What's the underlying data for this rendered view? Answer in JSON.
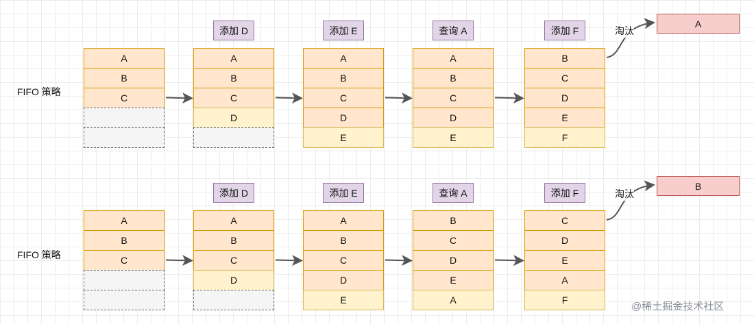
{
  "rows": [
    {
      "label": "FIFO 策略",
      "operations": [
        "添加 D",
        "添加 E",
        "查询 A",
        "添加 F"
      ],
      "evicted_label": "淘汰",
      "evicted_value": "A",
      "stages": [
        [
          {
            "v": "A",
            "s": "o"
          },
          {
            "v": "B",
            "s": "o"
          },
          {
            "v": "C",
            "s": "o"
          },
          {
            "v": "",
            "s": "e"
          },
          {
            "v": "",
            "s": "e"
          }
        ],
        [
          {
            "v": "A",
            "s": "o"
          },
          {
            "v": "B",
            "s": "o"
          },
          {
            "v": "C",
            "s": "o"
          },
          {
            "v": "D",
            "s": "y"
          },
          {
            "v": "",
            "s": "e"
          }
        ],
        [
          {
            "v": "A",
            "s": "o"
          },
          {
            "v": "B",
            "s": "o"
          },
          {
            "v": "C",
            "s": "o"
          },
          {
            "v": "D",
            "s": "o"
          },
          {
            "v": "E",
            "s": "y"
          }
        ],
        [
          {
            "v": "A",
            "s": "o"
          },
          {
            "v": "B",
            "s": "o"
          },
          {
            "v": "C",
            "s": "o"
          },
          {
            "v": "D",
            "s": "o"
          },
          {
            "v": "E",
            "s": "y"
          }
        ],
        [
          {
            "v": "B",
            "s": "o"
          },
          {
            "v": "C",
            "s": "o"
          },
          {
            "v": "D",
            "s": "o"
          },
          {
            "v": "E",
            "s": "o"
          },
          {
            "v": "F",
            "s": "y"
          }
        ]
      ]
    },
    {
      "label": "FIFO 策略",
      "operations": [
        "添加 D",
        "添加 E",
        "查询 A",
        "添加 F"
      ],
      "evicted_label": "淘汰",
      "evicted_value": "B",
      "stages": [
        [
          {
            "v": "A",
            "s": "o"
          },
          {
            "v": "B",
            "s": "o"
          },
          {
            "v": "C",
            "s": "o"
          },
          {
            "v": "",
            "s": "e"
          },
          {
            "v": "",
            "s": "e"
          }
        ],
        [
          {
            "v": "A",
            "s": "o"
          },
          {
            "v": "B",
            "s": "o"
          },
          {
            "v": "C",
            "s": "o"
          },
          {
            "v": "D",
            "s": "y"
          },
          {
            "v": "",
            "s": "e"
          }
        ],
        [
          {
            "v": "A",
            "s": "o"
          },
          {
            "v": "B",
            "s": "o"
          },
          {
            "v": "C",
            "s": "o"
          },
          {
            "v": "D",
            "s": "o"
          },
          {
            "v": "E",
            "s": "y"
          }
        ],
        [
          {
            "v": "B",
            "s": "o"
          },
          {
            "v": "C",
            "s": "o"
          },
          {
            "v": "D",
            "s": "o"
          },
          {
            "v": "E",
            "s": "o"
          },
          {
            "v": "A",
            "s": "y"
          }
        ],
        [
          {
            "v": "C",
            "s": "o"
          },
          {
            "v": "D",
            "s": "o"
          },
          {
            "v": "E",
            "s": "o"
          },
          {
            "v": "A",
            "s": "o"
          },
          {
            "v": "F",
            "s": "y"
          }
        ]
      ]
    }
  ],
  "watermark": "@稀土掘金技术社区"
}
